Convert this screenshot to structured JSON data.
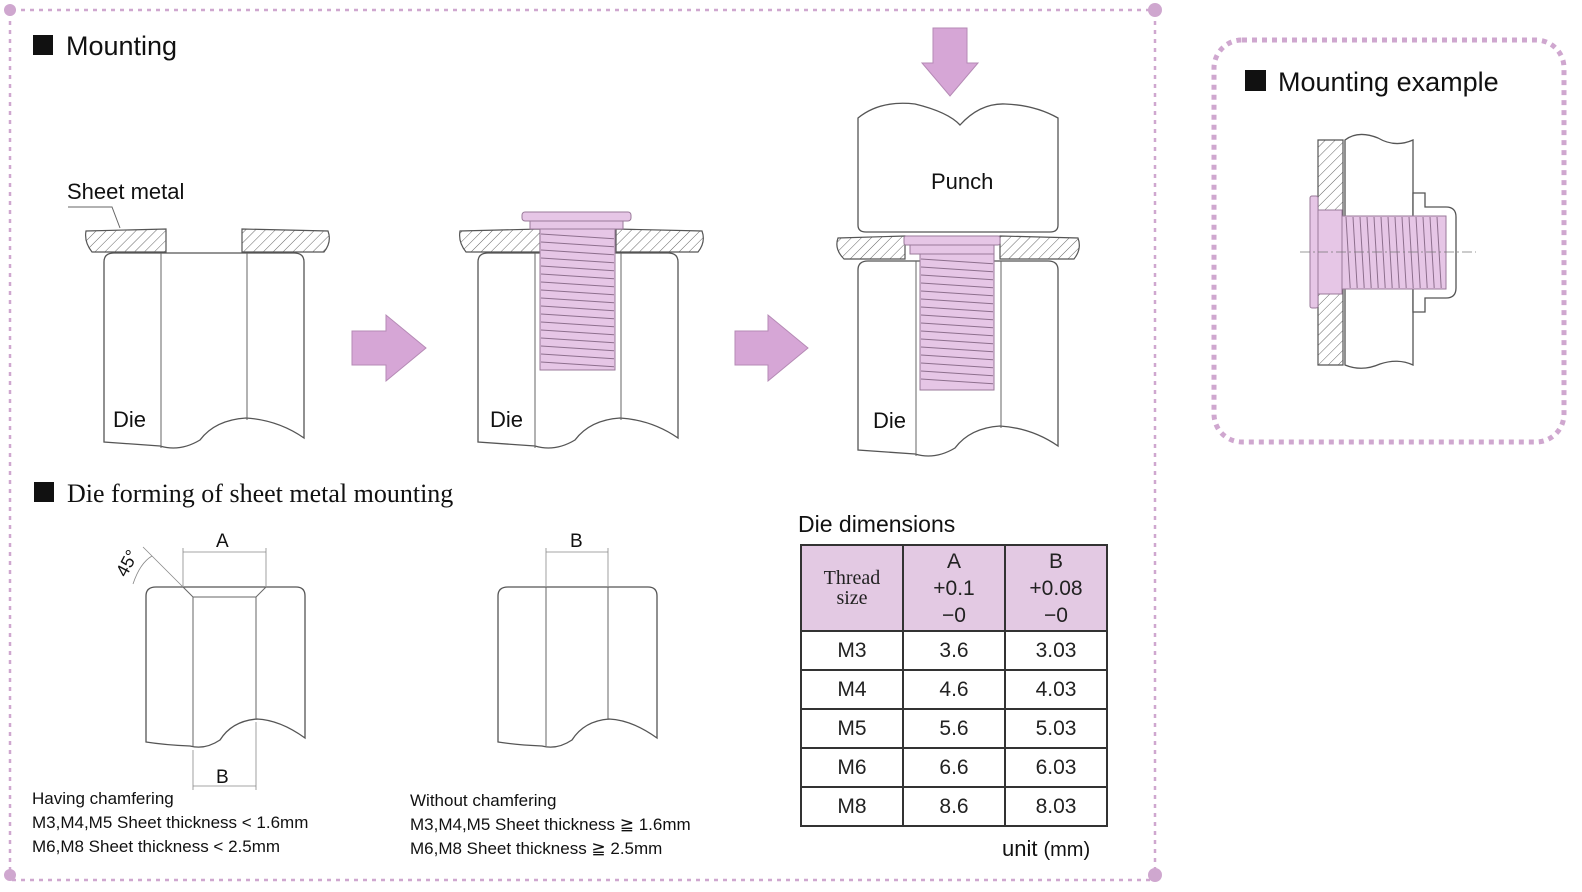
{
  "mounting": {
    "title": "Mounting",
    "sheet_metal_label": "Sheet metal",
    "die_label": "Die",
    "punch_label": "Punch"
  },
  "mounting_example": {
    "title": "Mounting example"
  },
  "die_forming": {
    "title": "Die forming of sheet metal mounting",
    "angle_label": "45°",
    "dim_a": "A",
    "dim_b": "B",
    "chamfer_notes": [
      "Having chamfering",
      "M3,M4,M5  Sheet  thickness < 1.6mm",
      "M6,M8  Sheet thickness < 2.5mm"
    ],
    "no_chamfer_notes": [
      "Without chamfering",
      "M3,M4,M5  Sheet thickness ≧ 1.6mm",
      "M6,M8  Sheet thickness ≧ 2.5mm"
    ]
  },
  "die_dimensions": {
    "title": "Die dimensions",
    "headers": {
      "thread_1": "Thread",
      "thread_2": "size",
      "a_1": "A",
      "a_2": "+0.1",
      "a_3": "−0",
      "b_1": "B",
      "b_2": "+0.08",
      "b_3": "−0"
    },
    "rows": [
      [
        "M3",
        "3.6",
        "3.03"
      ],
      [
        "M4",
        "4.6",
        "4.03"
      ],
      [
        "M5",
        "5.6",
        "5.03"
      ],
      [
        "M6",
        "6.6",
        "6.03"
      ],
      [
        "M8",
        "8.6",
        "8.03"
      ]
    ],
    "unit_label": "unit",
    "unit_value": "(mm)"
  },
  "colors": {
    "accent_pink": "#e6c6e6",
    "border_dots": "#cfa7cf",
    "arrow_fill": "#d6a6d6"
  }
}
